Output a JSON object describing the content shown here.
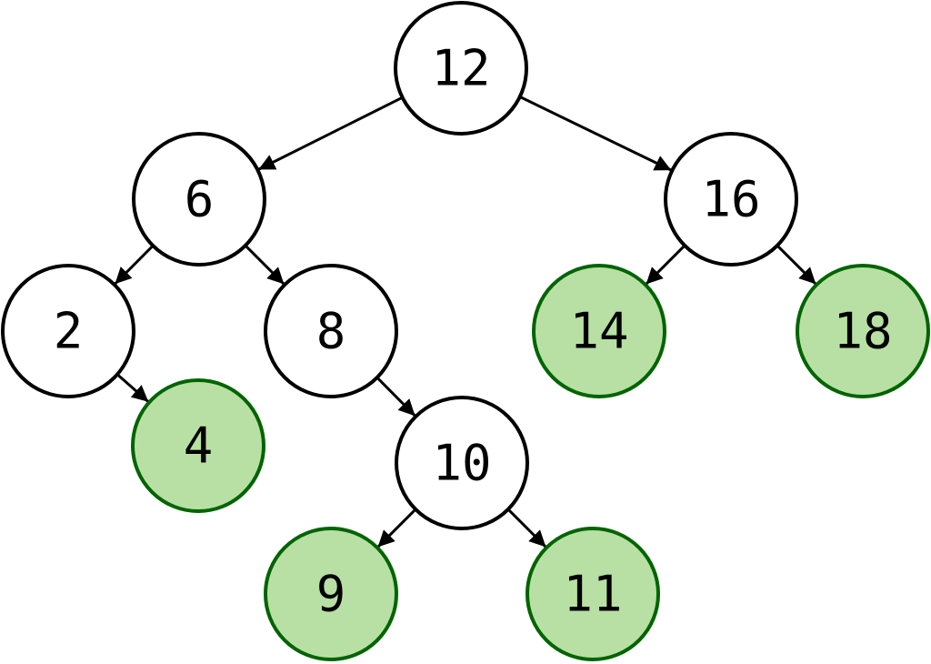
{
  "tree": {
    "nodes": [
      {
        "id": "n12",
        "label": "12",
        "highlighted": false
      },
      {
        "id": "n6",
        "label": "6",
        "highlighted": false
      },
      {
        "id": "n16",
        "label": "16",
        "highlighted": false
      },
      {
        "id": "n2",
        "label": "2",
        "highlighted": false
      },
      {
        "id": "n8",
        "label": "8",
        "highlighted": false
      },
      {
        "id": "n14",
        "label": "14",
        "highlighted": true
      },
      {
        "id": "n18",
        "label": "18",
        "highlighted": true
      },
      {
        "id": "n4",
        "label": "4",
        "highlighted": true
      },
      {
        "id": "n10",
        "label": "10",
        "highlighted": false
      },
      {
        "id": "n9",
        "label": "9",
        "highlighted": true
      },
      {
        "id": "n11",
        "label": "11",
        "highlighted": true
      }
    ],
    "edges": [
      {
        "from": "n12",
        "to": "n6"
      },
      {
        "from": "n12",
        "to": "n16"
      },
      {
        "from": "n6",
        "to": "n2"
      },
      {
        "from": "n6",
        "to": "n8"
      },
      {
        "from": "n2",
        "to": "n4"
      },
      {
        "from": "n8",
        "to": "n10"
      },
      {
        "from": "n10",
        "to": "n9"
      },
      {
        "from": "n10",
        "to": "n11"
      },
      {
        "from": "n16",
        "to": "n14"
      },
      {
        "from": "n16",
        "to": "n18"
      }
    ]
  },
  "colors": {
    "normal_fill": "#ffffff",
    "normal_stroke": "#000000",
    "highlight_fill": "#b8e0a4",
    "highlight_stroke": "#006400",
    "edge": "#000000"
  }
}
